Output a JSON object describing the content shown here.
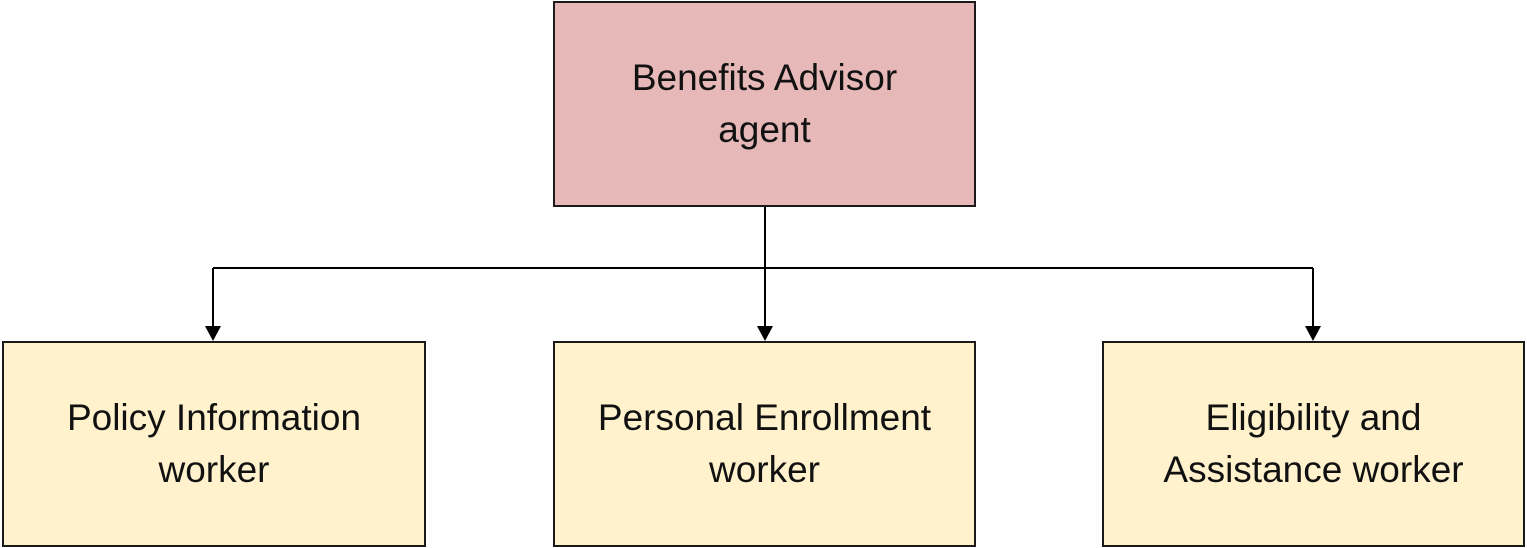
{
  "diagram": {
    "root": {
      "label": "Benefits Advisor\nagent",
      "fill": "#e6b8b7"
    },
    "workers": [
      {
        "label": "Policy Information\nworker"
      },
      {
        "label": "Personal Enrollment\nworker"
      },
      {
        "label": "Eligibility and\nAssistance worker"
      }
    ],
    "worker_fill": "#fff2cc",
    "line_color": "#000000"
  }
}
